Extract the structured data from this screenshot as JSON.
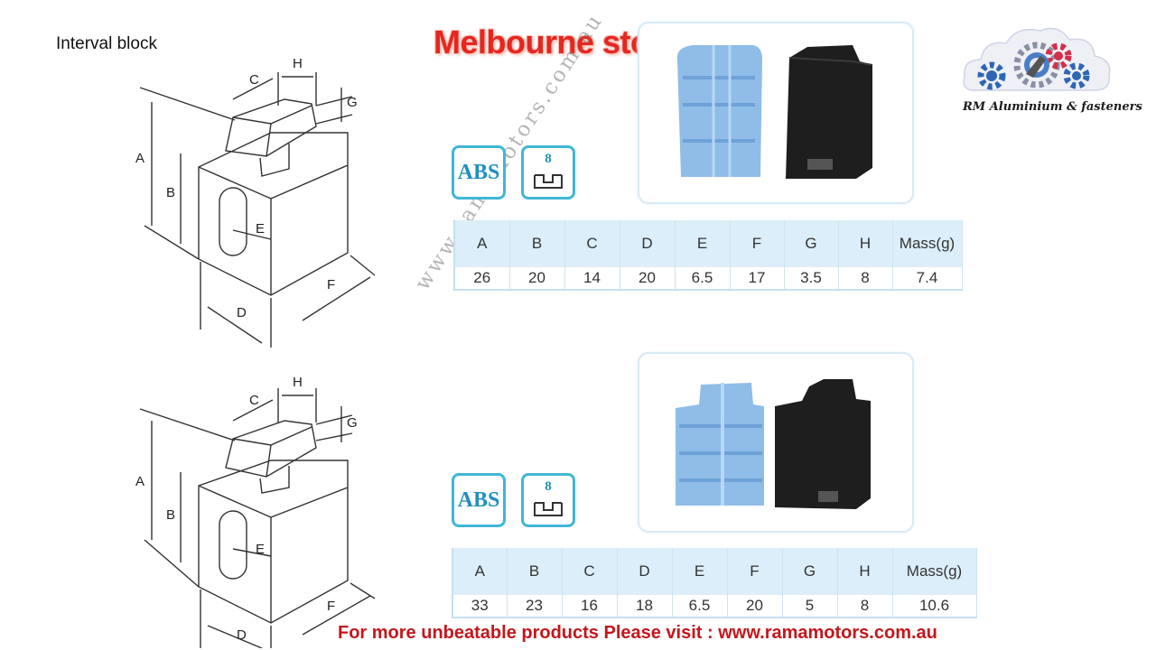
{
  "page": {
    "label": "Interval block",
    "headline": "Melbourne stock",
    "footer": "For more unbeatable products Please visit : www.ramamotors.com.au",
    "watermark": "www.ramamotors.com.au"
  },
  "logo": {
    "text": "RM Aluminium & fasteners",
    "icon": "gears-cloud-logo-icon"
  },
  "diagram_labels": {
    "a": "A",
    "b": "B",
    "c": "C",
    "d": "D",
    "e": "E",
    "f": "F",
    "g": "G",
    "h": "H"
  },
  "badges": {
    "material": "ABS",
    "slot": "8"
  },
  "products": [
    {
      "headers": [
        "A",
        "B",
        "C",
        "D",
        "E",
        "F",
        "G",
        "H",
        "Mass(g)"
      ],
      "values": [
        "26",
        "20",
        "14",
        "20",
        "6.5",
        "17",
        "3.5",
        "8",
        "7.4"
      ]
    },
    {
      "headers": [
        "A",
        "B",
        "C",
        "D",
        "E",
        "F",
        "G",
        "H",
        "Mass(g)"
      ],
      "values": [
        "33",
        "23",
        "16",
        "18",
        "6.5",
        "20",
        "5",
        "8",
        "10.6"
      ]
    }
  ],
  "colors": {
    "headline": "#e6261f",
    "footer": "#c4161c",
    "badge_border": "#40b6d8",
    "table_header": "#dbeefa"
  }
}
